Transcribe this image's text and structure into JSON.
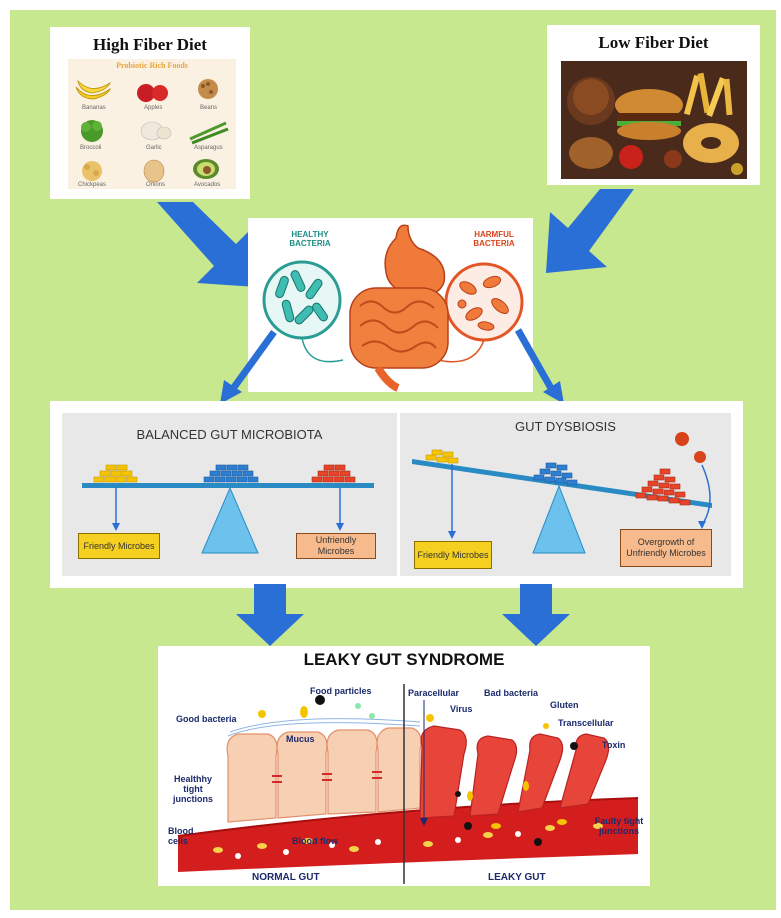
{
  "diet": {
    "high_fiber_title": "High Fiber Diet",
    "low_fiber_title": "Low Fiber Diet",
    "probiotic_header": "Probiotic Rich Foods",
    "food_labels": [
      "Bananas",
      "Apples",
      "Beans",
      "Broccoli",
      "Garlic",
      "Asparagus",
      "Chickpeas",
      "Onions",
      "Avocados"
    ]
  },
  "gut": {
    "healthy_label": "HEALTHY BACTERIA",
    "harmful_label": "HARMFUL BACTERIA"
  },
  "balance": {
    "balanced_title": "BALANCED GUT MICROBIOTA",
    "dysbiosis_title": "GUT DYSBIOSIS",
    "friendly_label": "Friendly Microbes",
    "unfriendly_label": "Unfriendly Microbes",
    "overgrowth_label": "Overgrowth of Unfriendly Microbes"
  },
  "leaky": {
    "title": "LEAKY GUT SYNDROME",
    "normal_label": "NORMAL GUT",
    "leaky_label": "LEAKY GUT",
    "labels": {
      "food_particles": "Food particles",
      "good_bacteria": "Good bacteria",
      "mucus": "Mucus",
      "healthy_junctions": "Healthhy tight junctions",
      "blood_cells": "Blood cells",
      "blood_flow": "Blood flow",
      "paracellular": "Paracellular",
      "bad_bacteria": "Bad bacteria",
      "virus": "Virus",
      "gluten": "Gluten",
      "transcellular": "Transcellular",
      "toxin": "Toxin",
      "faulty_junctions": "Faulty tight junctions"
    }
  },
  "colors": {
    "background": "#c8e890",
    "arrow": "#2a6fd6",
    "friendly": "#f5c400",
    "neutral": "#2f7fd0",
    "unfriendly": "#e8442a",
    "blood": "#d41e1e"
  }
}
